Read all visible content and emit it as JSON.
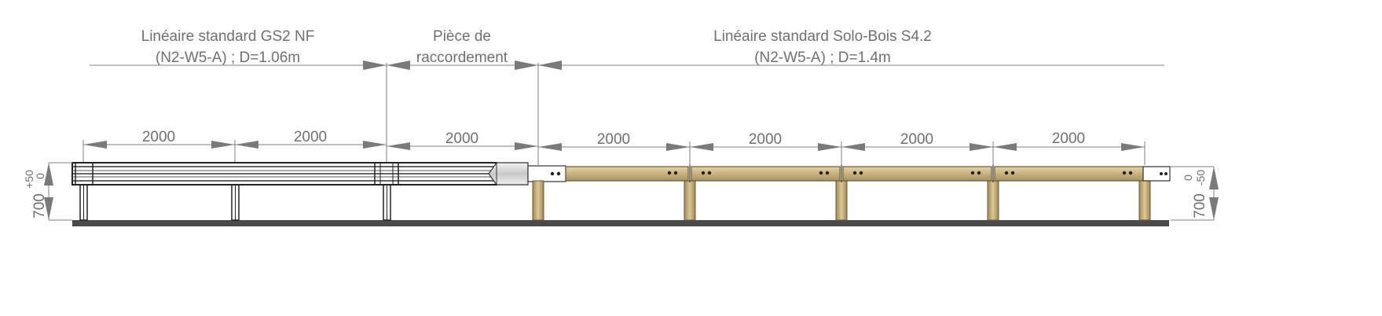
{
  "sections": [
    {
      "line1": "Linéaire standard GS2 NF",
      "line2": "(N2-W5-A) ; D=1.06m"
    },
    {
      "line1": "Pièce de",
      "line2": "raccordement"
    },
    {
      "line1": "Linéaire standard Solo-Bois S4.2",
      "line2": "(N2-W5-A) ; D=1.4m"
    }
  ],
  "dimensions": [
    "2000",
    "2000",
    "2000",
    "2000",
    "2000",
    "2000",
    "2000"
  ],
  "left_height": {
    "top": "+50",
    "zero": "0",
    "height": "700"
  },
  "right_height": {
    "zero": "0",
    "bottom": "-50",
    "height": "700"
  },
  "colors": {
    "line": "#707070",
    "arrow": "#7a7a7a",
    "steel": "#3a3a3a",
    "wood": "#c9b27e",
    "wood_edge": "#7d6a3e",
    "ground": "#4a4a4a"
  }
}
